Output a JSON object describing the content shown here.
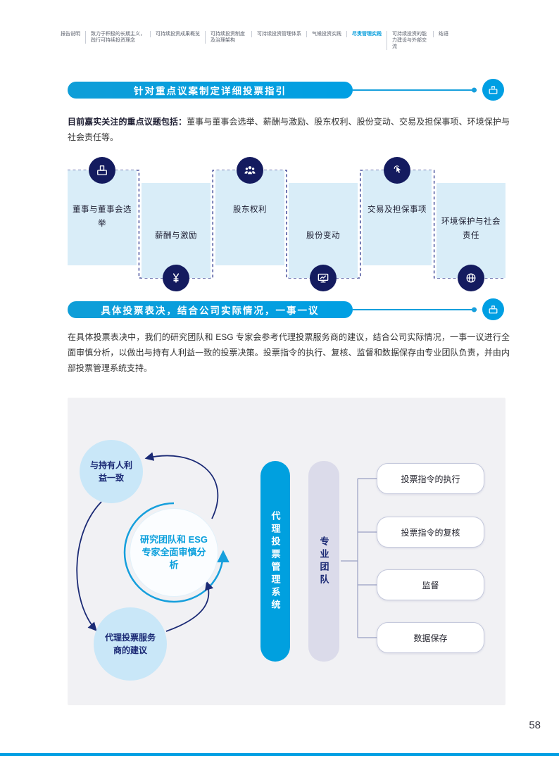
{
  "page": {
    "number": "58"
  },
  "colors": {
    "accent": "#009FE3",
    "navy": "#1B2A75",
    "icon_navy": "#141B5F",
    "topic_box": "#D9EDF8",
    "panel": "#F1F1F4",
    "lavender": "#DBDBEA",
    "circle_blue": "#C9E7F8"
  },
  "top_nav": {
    "items": [
      {
        "label": "报告说明",
        "active": false
      },
      {
        "label": "致力于积极的长期主义，践行可持续投资理念",
        "active": false
      },
      {
        "label": "可持续投资成果概览",
        "active": false
      },
      {
        "label": "可持续投资制度及治理架构",
        "active": false
      },
      {
        "label": "可持续投资管理体系",
        "active": false
      },
      {
        "label": "气候投资实践",
        "active": false
      },
      {
        "label": "尽责管理实践",
        "active": true
      },
      {
        "label": "可持续投资的能力建设与外部交流",
        "active": false
      },
      {
        "label": "结语",
        "active": false
      }
    ]
  },
  "section1": {
    "banner": "针对重点议案制定详细投票指引",
    "intro_bold": "目前嘉实关注的重点议题包括：",
    "intro_rest": "董事与董事会选举、薪酬与激励、股东权利、股份变动、交易及担保事项、环境保护与社会责任等。",
    "topics": [
      {
        "label": "董事与董事会选举",
        "icon": "ballot-icon"
      },
      {
        "label": "薪酬与激励",
        "icon": "compensation-icon"
      },
      {
        "label": "股东权利",
        "icon": "shareholders-icon"
      },
      {
        "label": "股份变动",
        "icon": "share-change-icon"
      },
      {
        "label": "交易及担保事项",
        "icon": "transaction-guarantee-icon"
      },
      {
        "label": "环境保护与社会责任",
        "icon": "environment-csr-icon"
      }
    ]
  },
  "section2": {
    "banner": "具体投票表决，结合公司实际情况，一事一议",
    "paragraph": "在具体投票表决中，我们的研究团队和 ESG 专家会参考代理投票服务商的建议，结合公司实际情况，一事一议进行全面审慎分析，以做出与持有人利益一致的投票决策。投票指令的执行、复核、监督和数据保存由专业团队负责，并由内部投票管理系统支持。",
    "diagram": {
      "circles": [
        {
          "label": "与持有人利益一致"
        },
        {
          "label": "研究团队和 ESG 专家全面审慎分析"
        },
        {
          "label": "代理投票服务商的建议"
        }
      ],
      "system_bar": "代理投票管理系统",
      "team_bar": "专业团队",
      "outputs": [
        "投票指令的执行",
        "投票指令的复核",
        "监督",
        "数据保存"
      ]
    }
  }
}
